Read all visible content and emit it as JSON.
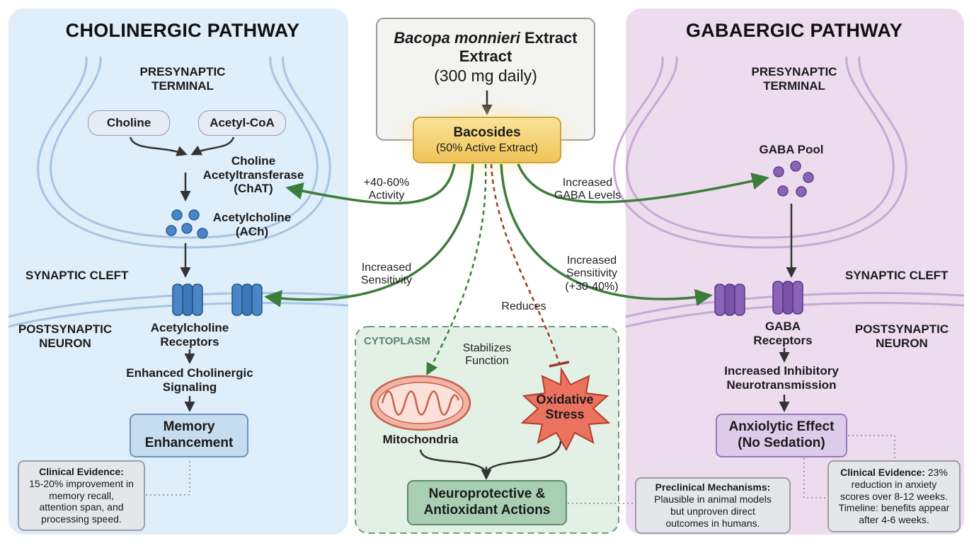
{
  "left_panel": {
    "title": "CHOLINERGIC PATHWAY",
    "presynaptic": "PRESYNAPTIC\nTERMINAL",
    "choline": "Choline",
    "acetyl_coa": "Acetyl-CoA",
    "chat": "Choline\nAcetyltransferase\n(ChAT)",
    "ach": "Acetylcholine\n(ACh)",
    "synaptic_cleft": "SYNAPTIC CLEFT",
    "postsynaptic": "POSTSYNAPTIC\nNEURON",
    "receptors": "Acetylcholine\nReceptors",
    "signaling": "Enhanced Cholinergic\nSignaling",
    "outcome": "Memory\nEnhancement",
    "evidence_title": "Clinical Evidence:",
    "evidence_body": "15-20% improvement in\nmemory recall,\nattention span, and\nprocessing speed."
  },
  "center": {
    "extract_name_italic": "Bacopa monnieri",
    "extract_name_rest": " Extract",
    "extract_line2": "Extract",
    "extract_dose": "(300 mg daily)",
    "bacosides": "Bacosides",
    "bacosides_sub": "(50% Active Extract)",
    "activity_label": "+40-60%\nActivity",
    "sensitivity_left": "Increased\nSensitivity",
    "gaba_levels": "Increased\nGABA Levels",
    "sensitivity_right": "Increased\nSensitivity\n(+30-40%)",
    "reduces": "Reduces",
    "cytoplasm": "CYTOPLASM",
    "stabilizes": "Stabilizes\nFunction",
    "mitochondria": "Mitochondria",
    "oxidative": "Oxidative\nStress",
    "neuroprotective": "Neuroprotective &\nAntioxidant Actions"
  },
  "right_panel": {
    "title": "GABAERGIC PATHWAY",
    "presynaptic": "PRESYNAPTIC\nTERMINAL",
    "gaba_pool": "GABA Pool",
    "synaptic_cleft": "SYNAPTIC CLEFT",
    "receptors": "GABA\nReceptors",
    "postsynaptic": "POSTSYNAPTIC\nNEURON",
    "inhibitory": "Increased Inhibitory\nNeurotransmission",
    "outcome": "Anxiolytic Effect\n(No Sedation)",
    "evidence_title": "Clinical Evidence:",
    "evidence_body_first": " 23%",
    "evidence_body": "reduction in anxiety\nscores over 8-12 weeks.\nTimeline: benefits appear\nafter 4-6 weeks.",
    "preclinical_title": "Preclinical Mechanisms:",
    "preclinical_body": "Plausible in animal models\nbut unproven direct\noutcomes in humans."
  },
  "colors": {
    "left_panel_bg": "#deeefa",
    "right_panel_bg": "#ecdcee",
    "center_cytoplasm_bg": "#e3f0e6",
    "arrow_green": "#3d7d3b",
    "inhibit_red": "#9c3a2a",
    "bacosides_gold": "#f6d56e",
    "ach_blue": "#4a86c5",
    "gaba_purple": "#8a63b6"
  }
}
